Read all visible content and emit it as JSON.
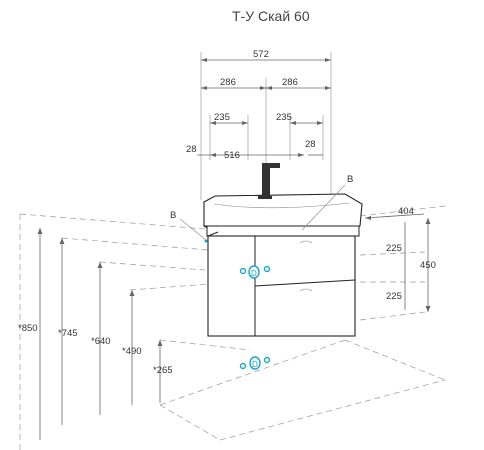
{
  "title": "Т-У Скай 60",
  "widths": {
    "w572": "572",
    "w286_left": "286",
    "w286_right": "286",
    "w235_left": "235",
    "w235_right": "235",
    "w28_left": "28",
    "w28_right": "28",
    "w516": "516"
  },
  "heights": {
    "h850": "*850",
    "h745": "*745",
    "h640": "*640",
    "h490": "*490",
    "h265": "*265",
    "h225_top": "225",
    "h225_bot": "225",
    "h450": "450",
    "d404": "404"
  },
  "callouts": {
    "b_left": "B",
    "b_right": "B"
  },
  "colors": {
    "line": "#222222",
    "dimension": "#666666",
    "connector": "#1aa6c9"
  },
  "icons": [
    "dimension-arrow",
    "connector-symbol",
    "faucet"
  ]
}
